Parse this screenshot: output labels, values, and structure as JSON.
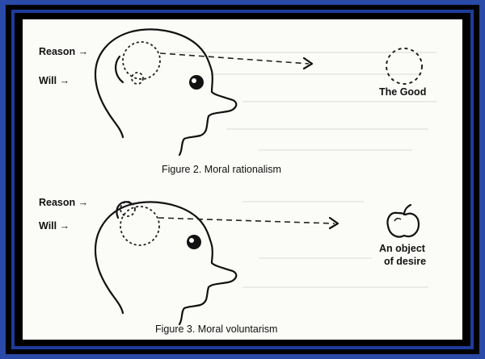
{
  "figure2": {
    "reason_label": "Reason →",
    "will_label": "Will →",
    "target_label": "The Good",
    "caption": "Figure 2. Moral rationalism"
  },
  "figure3": {
    "reason_label": "Reason →",
    "will_label": "Will →",
    "target_label_line1": "An object",
    "target_label_line2": "of desire",
    "caption": "Figure 3. Moral voluntarism"
  },
  "colors": {
    "frame_blue": "#2a4aa8",
    "frame_black": "#000000",
    "paper": "#fbfbf8",
    "ink": "#111111"
  }
}
